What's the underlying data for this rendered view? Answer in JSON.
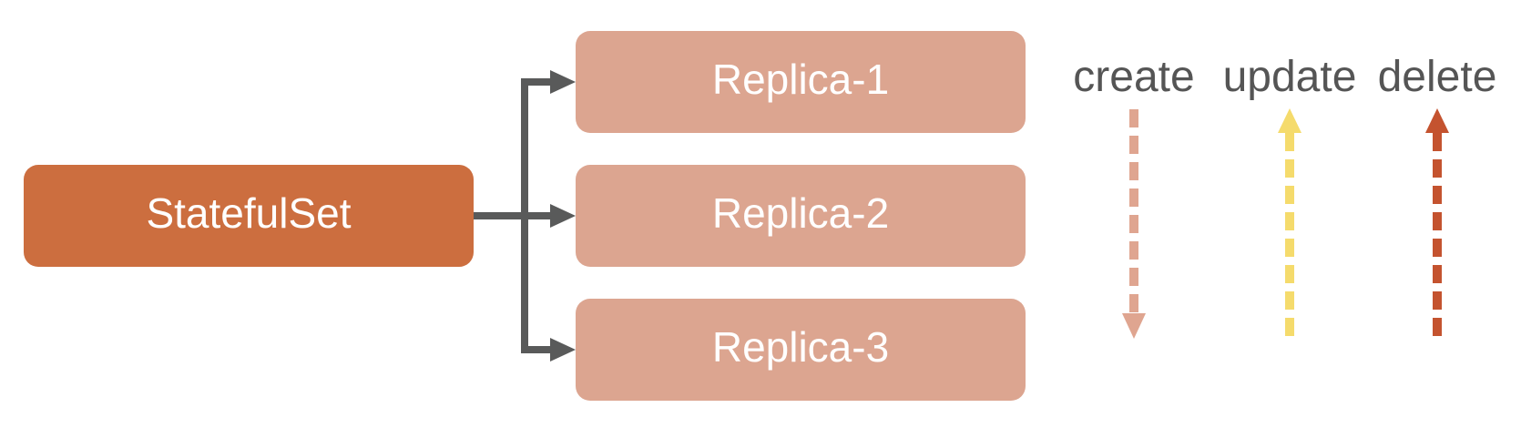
{
  "source": {
    "label": "StatefulSet",
    "color": "#cc6e3f"
  },
  "replicas": [
    {
      "label": "Replica-1"
    },
    {
      "label": "Replica-2"
    },
    {
      "label": "Replica-3"
    }
  ],
  "replica_color": "#dca590",
  "connector_color": "#595a5a",
  "operations": [
    {
      "label": "create",
      "direction": "down",
      "color": "#dfa590"
    },
    {
      "label": "update",
      "direction": "up",
      "color": "#f5db6c"
    },
    {
      "label": "delete",
      "direction": "up",
      "color": "#c4532f"
    }
  ]
}
